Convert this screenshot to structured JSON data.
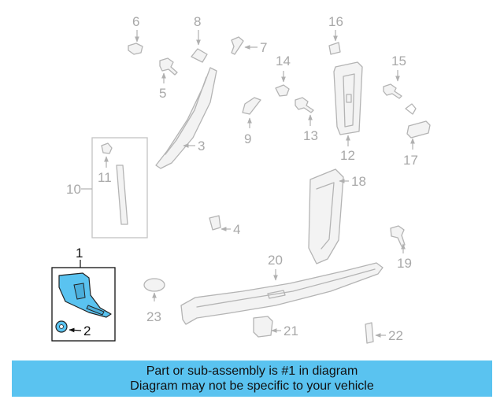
{
  "diagram": {
    "callouts": [
      "1",
      "2",
      "3",
      "4",
      "5",
      "6",
      "7",
      "8",
      "9",
      "10",
      "11",
      "12",
      "13",
      "14",
      "15",
      "16",
      "17",
      "18",
      "19",
      "20",
      "21",
      "22",
      "23"
    ],
    "highlight_color": "#5ac3f0",
    "active_color": "#111111",
    "inactive_color": "#a8a8a8"
  },
  "banner": {
    "line1": "Part or sub-assembly is #1 in diagram",
    "line2": "Diagram may not be specific to your vehicle"
  }
}
